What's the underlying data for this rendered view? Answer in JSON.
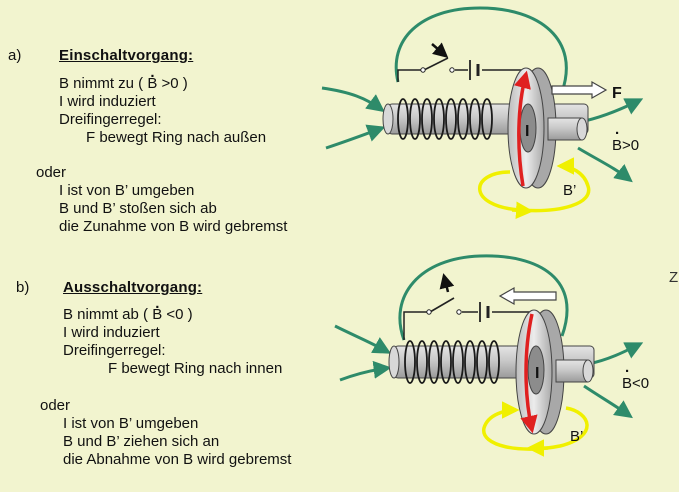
{
  "section_a": {
    "label": "a)",
    "heading": "Einschaltvorgang:",
    "line1_prefix": "B nimmt zu ( ",
    "line1_b": "B",
    "line1_suffix": " >0 )",
    "line2": "I wird induziert",
    "line3": "Dreifingerregel:",
    "line4": "F bewegt Ring nach außen",
    "oder": "oder",
    "line5": "I ist von B’ umgeben",
    "line6": "B und B’ stoßen sich ab",
    "line7": "die Zunahme von B wird gebremst"
  },
  "section_b": {
    "label": "b)",
    "heading": "Ausschaltvorgang:",
    "line1_prefix": "B nimmt ab ( ",
    "line1_b": "B",
    "line1_suffix": " <0 )",
    "line2": "I wird induziert",
    "line3": "Dreifingerregel:",
    "line4": "F bewegt Ring nach innen",
    "oder": "oder",
    "line5": "I ist von B’ umgeben",
    "line6": "B und B’ ziehen sich an",
    "line7": "die Abnahme von B wird gebremst"
  },
  "diagram_a": {
    "force_label": "F",
    "current_label": "I",
    "bdot_b": "B",
    "bdot_suffix": " >0",
    "bprime_label": "B’"
  },
  "diagram_b": {
    "current_label": "I",
    "bdot_b": "B",
    "bdot_suffix": " <0",
    "bprime_label": "B’"
  },
  "edge_char": "Z",
  "colors": {
    "background": "#f2f4cf",
    "field_lines": "#2e8b6a",
    "current": "#e02020",
    "ring_field": "#f0f000"
  }
}
